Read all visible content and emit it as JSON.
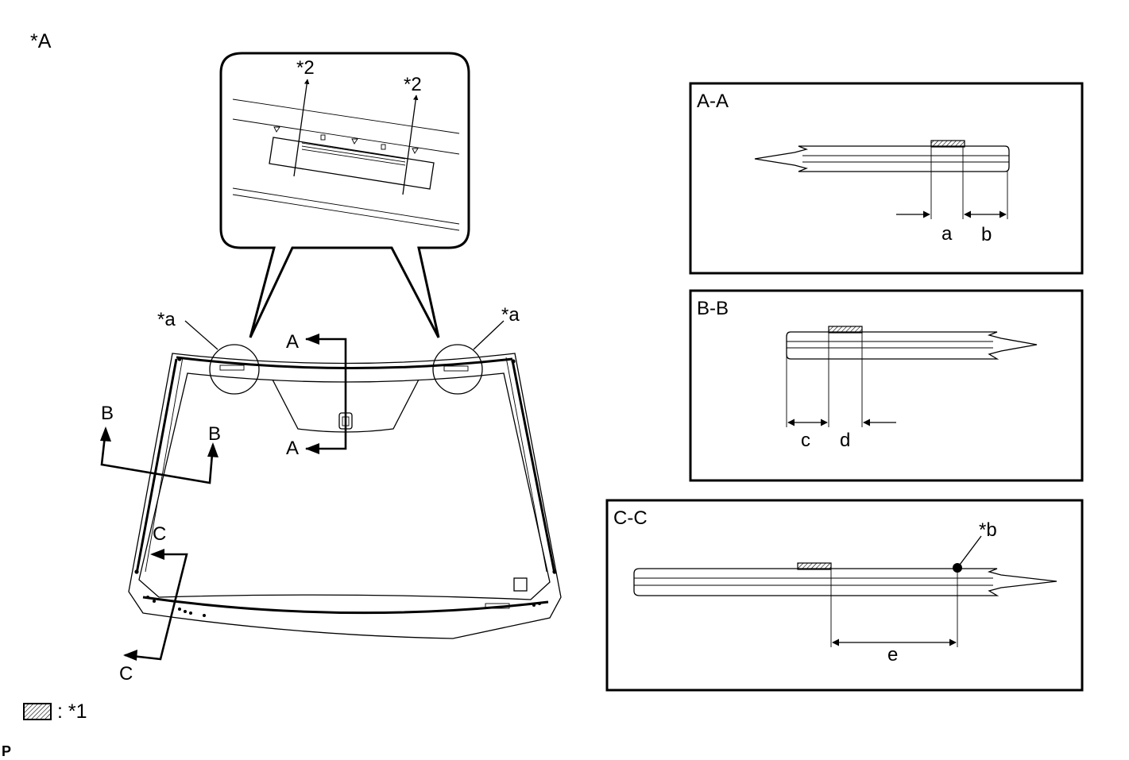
{
  "labels": {
    "view_a": "*A",
    "callout_left": "*a",
    "callout_right": "*a",
    "part_2_left": "*2",
    "part_2_right": "*2",
    "section_a_top": "A",
    "section_a_bottom": "A",
    "section_b_left": "B",
    "section_b_right": "B",
    "section_c_top": "C",
    "section_c_bottom": "C",
    "legend_text": ": *1",
    "corner_mark": "P"
  },
  "panels": {
    "aa": {
      "title": "A-A",
      "dim_1": "a",
      "dim_2": "b"
    },
    "bb": {
      "title": "B-B",
      "dim_1": "c",
      "dim_2": "d"
    },
    "cc": {
      "title": "C-C",
      "dim_1": "e",
      "point": "*b"
    }
  },
  "colors": {
    "line": "#000000",
    "background": "#ffffff"
  }
}
